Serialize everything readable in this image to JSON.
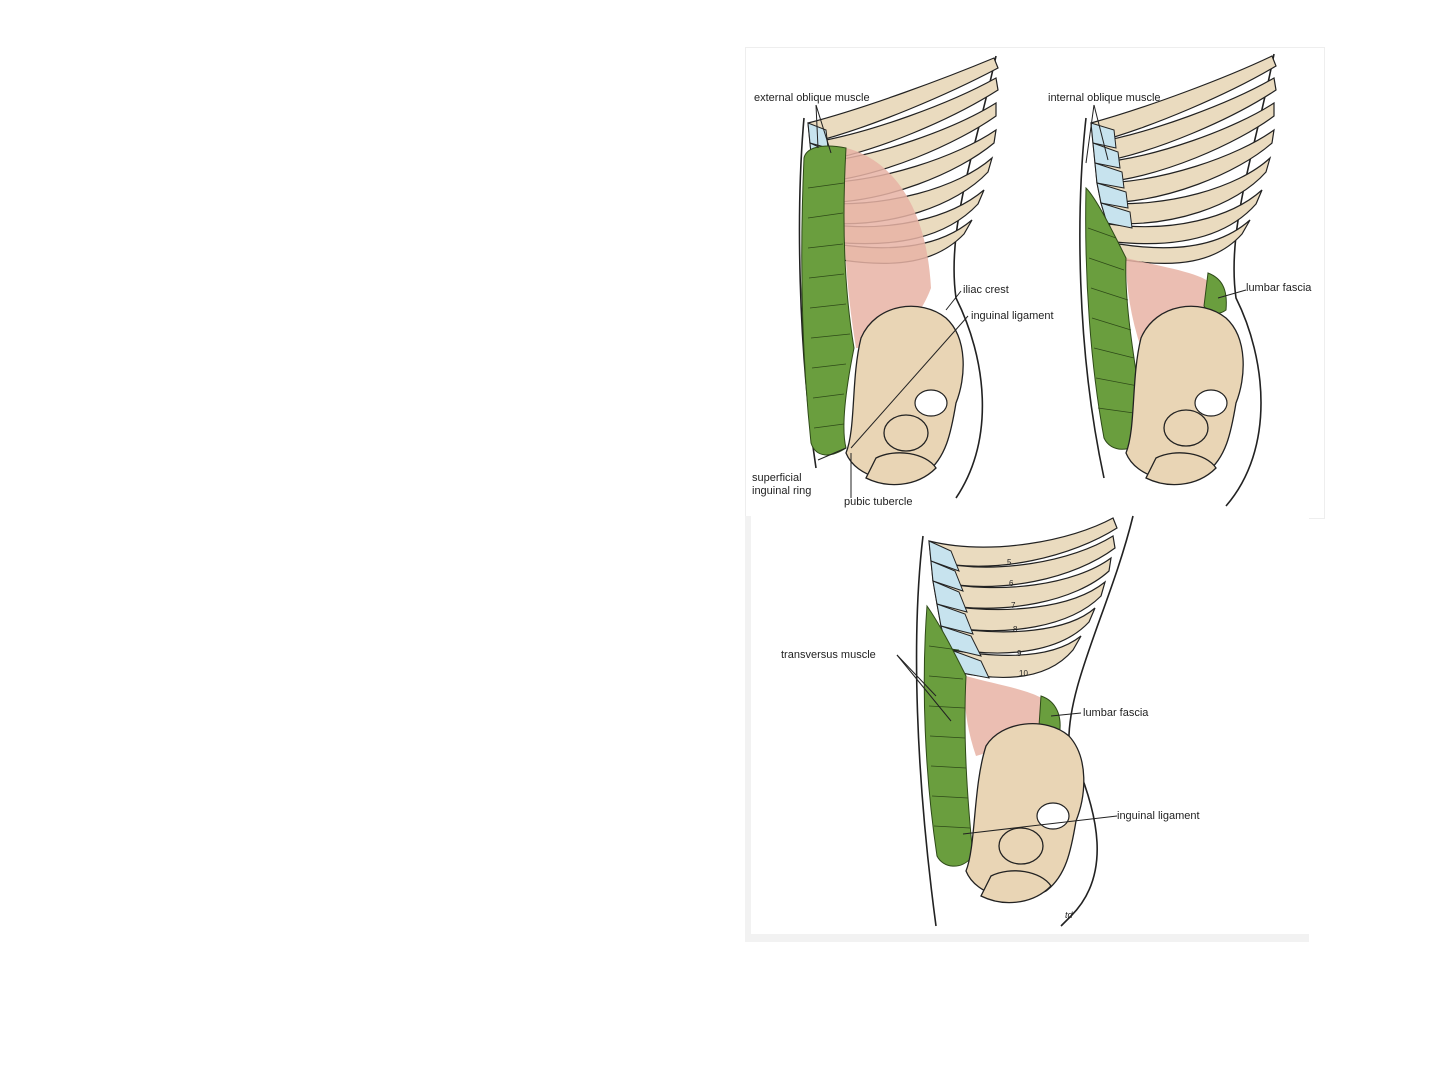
{
  "diagram": {
    "colors": {
      "muscle": "#6a9e3e",
      "aponeurosis_pink": "#e7b3a4",
      "bone": "#e9d5b5",
      "costal_cartilage": "#c7e3ee"
    },
    "panel_external_oblique": {
      "labels": {
        "external_oblique_muscle": "external oblique muscle",
        "iliac_crest": "iliac crest",
        "inguinal_ligament": "inguinal ligament",
        "superficial_inguinal_ring_line1": "superficial",
        "superficial_inguinal_ring_line2": "inguinal ring",
        "pubic_tubercle": "pubic tubercle"
      }
    },
    "panel_internal_oblique": {
      "labels": {
        "internal_oblique_muscle": "internal oblique muscle",
        "lumbar_fascia": "lumbar fascia"
      }
    },
    "panel_transversus": {
      "labels": {
        "transversus_muscle": "transversus muscle",
        "lumbar_fascia": "lumbar fascia",
        "inguinal_ligament": "inguinal ligament"
      },
      "rib_numbers": [
        "5",
        "6",
        "7",
        "8",
        "9",
        "10"
      ],
      "signature": "td"
    }
  }
}
